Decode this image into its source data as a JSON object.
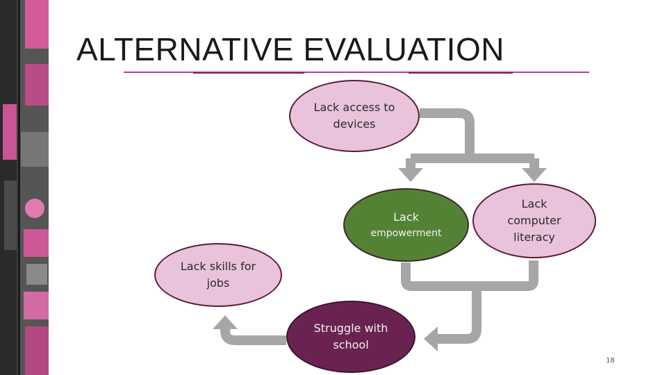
{
  "slide": {
    "title": "ALTERNATIVE EVALUATION",
    "page_number": "18"
  },
  "nodes": {
    "access": {
      "label": "Lack access to devices"
    },
    "empowerment": {
      "line1": "Lack",
      "line2": "empowerment"
    },
    "literacy": {
      "label": "Lack computer literacy"
    },
    "skills": {
      "label": "Lack skills for jobs"
    },
    "school": {
      "label": "Struggle with school"
    }
  },
  "colors": {
    "pink_fill": "#e9c3dc",
    "green_fill": "#548235",
    "plum_fill": "#6a2350",
    "arrow_gray": "#a6a6a6",
    "accent_magenta": "#c0398a"
  }
}
